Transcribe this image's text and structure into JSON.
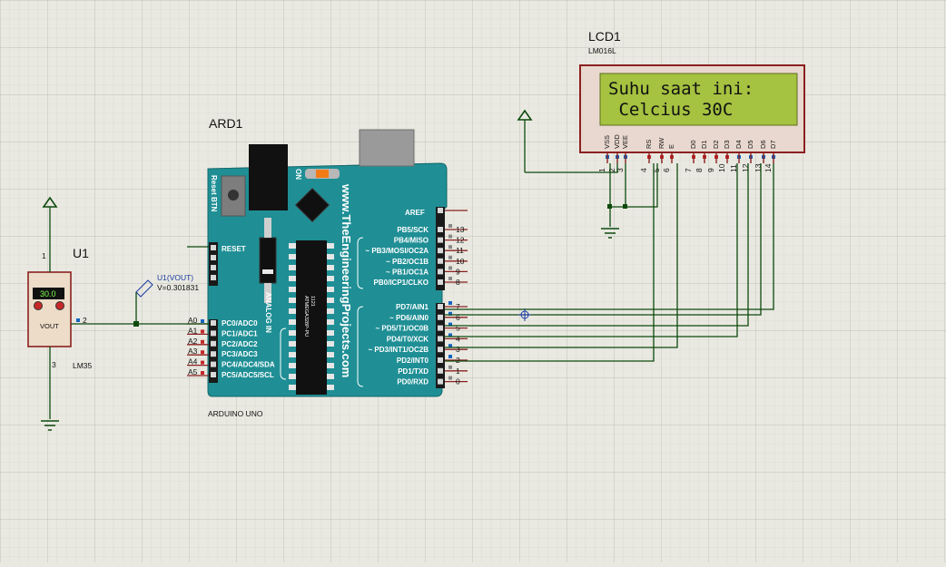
{
  "lcd": {
    "ref": "LCD1",
    "model": "LM016L",
    "line1": "Suhu saat ini:",
    "line2": " Celcius 30C",
    "pins": [
      {
        "name": "VSS",
        "num": "1"
      },
      {
        "name": "VDD",
        "num": "2"
      },
      {
        "name": "VEE",
        "num": "3"
      },
      {
        "name": "RS",
        "num": "4"
      },
      {
        "name": "RW",
        "num": "5"
      },
      {
        "name": "E",
        "num": "6"
      },
      {
        "name": "D0",
        "num": "7"
      },
      {
        "name": "D1",
        "num": "8"
      },
      {
        "name": "D2",
        "num": "9"
      },
      {
        "name": "D3",
        "num": "10"
      },
      {
        "name": "D4",
        "num": "11"
      },
      {
        "name": "D5",
        "num": "12"
      },
      {
        "name": "D6",
        "num": "13"
      },
      {
        "name": "D7",
        "num": "14"
      }
    ]
  },
  "arduino": {
    "ref": "ARD1",
    "model": "ARDUINO UNO",
    "website": "www.TheEngineeringProjects.com",
    "reset_btn": "Reset BTN",
    "on_label": "ON",
    "chip": "ATMEGA328P-PU",
    "chip_num": "1121",
    "analog_in": "ANALOG IN",
    "reset_label": "RESET",
    "analog_pins": [
      {
        "pin": "A0",
        "name": "PC0/ADC0"
      },
      {
        "pin": "A1",
        "name": "PC1/ADC1"
      },
      {
        "pin": "A2",
        "name": "PC2/ADC2"
      },
      {
        "pin": "A3",
        "name": "PC3/ADC3"
      },
      {
        "pin": "A4",
        "name": "PC4/ADC4/SDA"
      },
      {
        "pin": "A5",
        "name": "PC5/ADC5/SCL"
      }
    ],
    "aref": "AREF",
    "digital_top": [
      {
        "num": "13",
        "name": "PB5/SCK"
      },
      {
        "num": "12",
        "name": "PB4/MISO"
      },
      {
        "num": "11",
        "name": "~ PB3/MOSI/OC2A"
      },
      {
        "num": "10",
        "name": "~ PB2/OC1B"
      },
      {
        "num": "9",
        "name": "~ PB1/OC1A"
      },
      {
        "num": "8",
        "name": "PB0/ICP1/CLKO"
      }
    ],
    "digital_bottom": [
      {
        "num": "7",
        "name": "PD7/AIN1"
      },
      {
        "num": "6",
        "name": "~ PD6/AIN0"
      },
      {
        "num": "5",
        "name": "~ PD5/T1/OC0B"
      },
      {
        "num": "4",
        "name": "PD4/T0/XCK"
      },
      {
        "num": "3",
        "name": "~ PD3/INT1/OC2B"
      },
      {
        "num": "2",
        "name": "PD2/INT0"
      },
      {
        "num": "1",
        "name": "PD1/TXD"
      },
      {
        "num": "0",
        "name": "PD0/RXD"
      }
    ]
  },
  "sensor": {
    "ref": "U1",
    "model": "LM35",
    "display": "30.0",
    "vout": "VOUT",
    "pin1": "1",
    "pin2": "2",
    "pin3": "3"
  },
  "probe": {
    "name": "U1(VOUT)",
    "value": "V=0.301831"
  },
  "colors": {
    "board": "#1f8f95",
    "lcd_screen": "#a5c240",
    "lcd_frame": "#8b2020",
    "wire": "#0d4a0d",
    "sensor_body": "#ecdcc8"
  }
}
